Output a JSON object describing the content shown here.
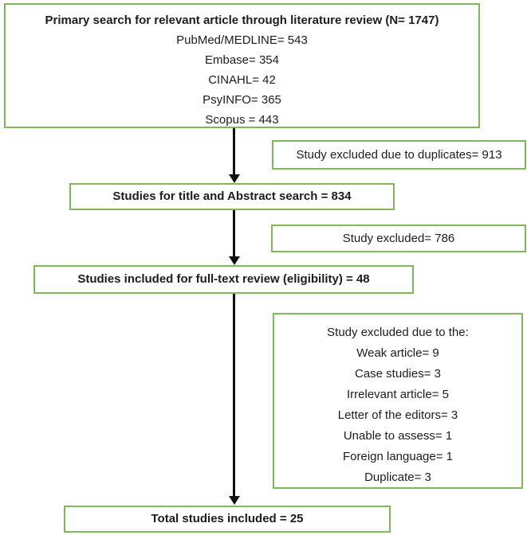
{
  "diagram": {
    "primary_search": {
      "title": "Primary search for relevant article through literature review (N= 1747)",
      "items": [
        "PubMed/MEDLINE= 543",
        "Embase= 354",
        "CINAHL= 42",
        "PsyINFO= 365",
        "Scopus = 443"
      ]
    },
    "excluded_duplicates": {
      "label": "Study excluded due to duplicates= 913"
    },
    "title_abstract": {
      "label": "Studies for title and Abstract search = 834"
    },
    "excluded_screening": {
      "label": "Study excluded= 786"
    },
    "fulltext_review": {
      "label": "Studies included for full-text review (eligibility) = 48"
    },
    "excluded_reasons": {
      "title": "Study excluded due to the:",
      "items": [
        "Weak article= 9",
        "Case studies= 3",
        "Irrelevant article= 5",
        "Letter of the editors= 3",
        "Unable to assess= 1",
        "Foreign language= 1",
        "Duplicate= 3"
      ]
    },
    "total_included": {
      "label": "Total studies included = 25"
    }
  },
  "colors": {
    "box_border": "#7dba56",
    "arrow": "#111111",
    "text": "#1c1c1c",
    "background": "#ffffff"
  }
}
